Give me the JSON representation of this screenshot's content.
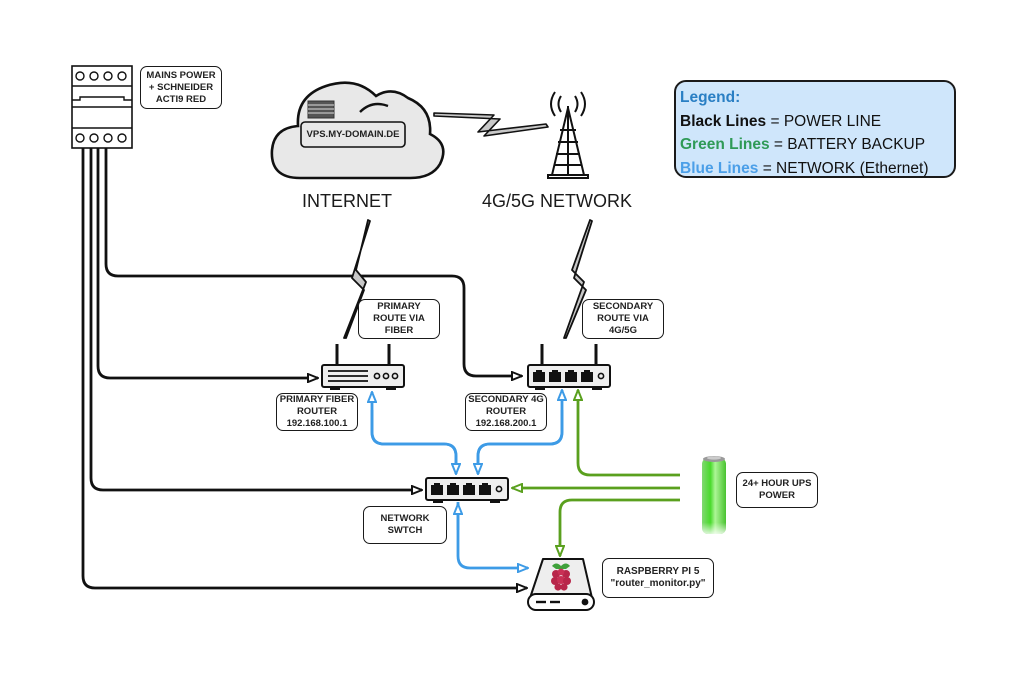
{
  "colors": {
    "power": "#111111",
    "battery": "#5aa01e",
    "network": "#3d9be6",
    "legend_bg": "#cfe6fb",
    "legend_header": "#2a7fc4",
    "legend_green": "#2f9a57",
    "legend_blue": "#4b9fe8"
  },
  "mains": {
    "label_lines": [
      "MAINS POWER",
      "+ SCHNEIDER",
      "ACTI9 RED"
    ]
  },
  "cloud": {
    "server_label": "VPS.MY-DOMAIN.DE",
    "title": "INTERNET"
  },
  "tower": {
    "title": "4G/5G NETWORK"
  },
  "legend": {
    "header": "Legend:",
    "items": [
      {
        "key": "Black Lines",
        "value": " = POWER LINE",
        "color_key": "power"
      },
      {
        "key": "Green Lines",
        "value": " = BATTERY BACKUP",
        "color_key": "battery"
      },
      {
        "key": "Blue Lines",
        "value": " = NETWORK (Ethernet)",
        "color_key": "network"
      }
    ]
  },
  "primary_router": {
    "route_label": [
      "PRIMARY",
      "ROUTE VIA",
      "FIBER"
    ],
    "name_label": [
      "PRIMARY FIBER",
      "ROUTER",
      "192.168.100.1"
    ]
  },
  "secondary_router": {
    "route_label": [
      "SECONDARY",
      "ROUTE VIA",
      "4G/5G"
    ],
    "name_label": [
      "SECONDARY 4G",
      "ROUTER",
      "192.168.200.1"
    ]
  },
  "switch": {
    "label": [
      "NETWORK",
      "SWTCH"
    ]
  },
  "ups": {
    "label": [
      "24+ HOUR UPS",
      "POWER"
    ]
  },
  "raspberry": {
    "label": [
      "RASPBERRY PI 5",
      "\"router_monitor.py\""
    ]
  }
}
